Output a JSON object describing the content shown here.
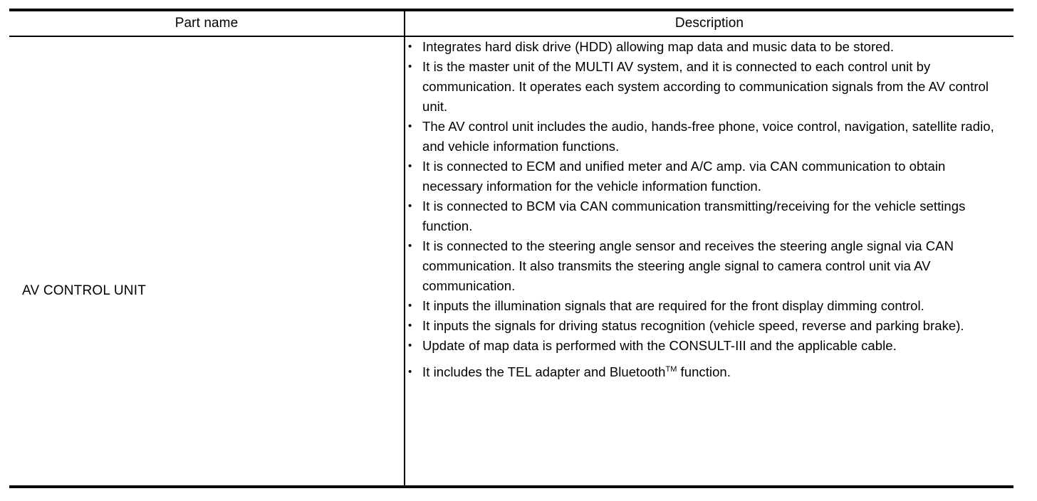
{
  "table": {
    "headers": {
      "part_name": "Part name",
      "description": "Description"
    },
    "rows": [
      {
        "part_name": "AV CONTROL UNIT",
        "description_bullets": [
          "Integrates hard disk drive (HDD) allowing map data and music data to be stored.",
          "It is the master unit of the MULTI AV system, and it is connected to each control unit by communication. It operates each system according to communication signals from the AV control unit.",
          "The AV control unit includes the audio, hands-free phone, voice control, navigation, satellite radio, and vehicle information functions.",
          "It is connected to ECM and unified meter and A/C amp. via CAN communication to obtain necessary information for the vehicle information function.",
          "It is connected to BCM via CAN communication transmitting/receiving for the vehicle settings function.",
          "It is connected to the steering angle sensor and receives the steering angle signal via CAN communication. It also transmits the steering angle signal to camera control unit via AV communication.",
          "It inputs the illumination signals that are required for the front display dimming control.",
          "It inputs the signals for driving status recognition (vehicle speed, reverse and parking brake).",
          "Update of map data is performed with the CONSULT-III and the applicable cable."
        ],
        "description_last_bullet": {
          "prefix": "It includes the TEL adapter and Bluetooth",
          "superscript": "TM",
          "suffix": " function."
        }
      }
    ]
  },
  "colors": {
    "rule": "#000000",
    "text": "#000000",
    "background": "#ffffff"
  }
}
